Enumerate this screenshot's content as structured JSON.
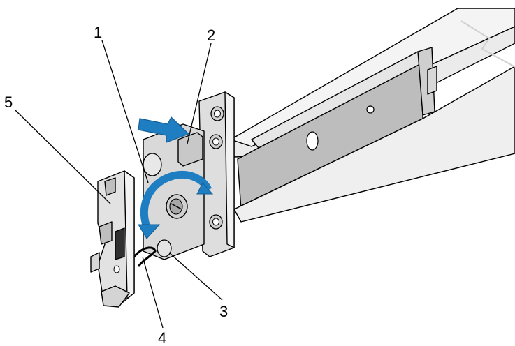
{
  "callouts": [
    {
      "id": "1",
      "label": "1"
    },
    {
      "id": "2",
      "label": "2"
    },
    {
      "id": "3",
      "label": "3"
    },
    {
      "id": "4",
      "label": "4"
    },
    {
      "id": "5",
      "label": "5"
    }
  ],
  "colors": {
    "rail_light": "#efefef",
    "rail_mid": "#d6d6d6",
    "rail_dark": "#b4b4b4",
    "bracket_face": "#e2e2e2",
    "bracket_shadow": "#9a9a9a",
    "arrow_blue": "#1f7ec2",
    "arrow_blue_dark": "#135f96",
    "background": "#ffffff"
  },
  "icons": {
    "push_arrow": "push-arrow-icon",
    "rotate_arrow": "rotate-arrow-icon"
  }
}
